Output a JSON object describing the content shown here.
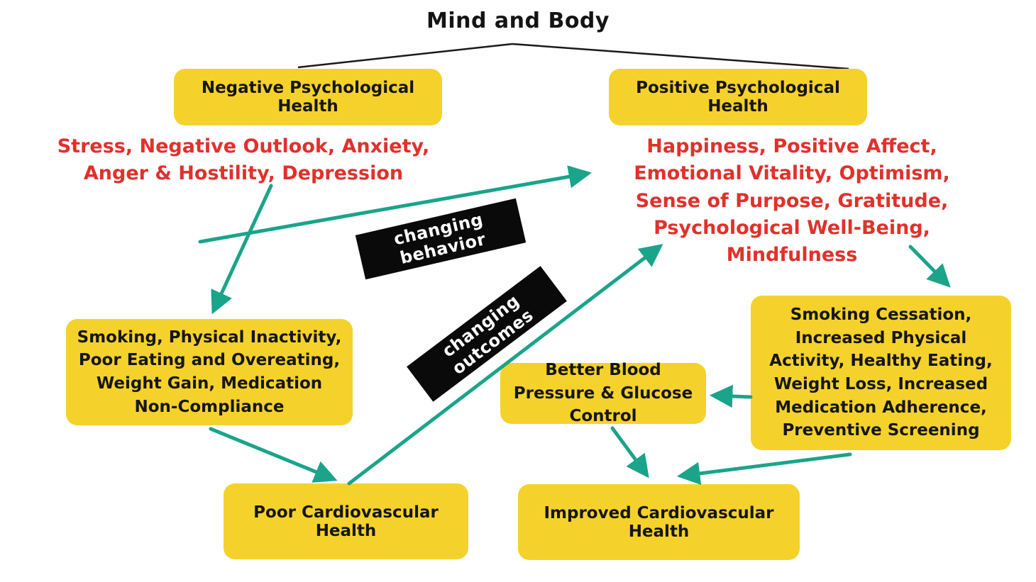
{
  "diagram": {
    "title": "Mind and Body",
    "colors": {
      "node_fill": "#F5D22B",
      "label_box_fill": "#0A0A0A",
      "arrow": "#1AA48A",
      "trait_text": "#E0312B",
      "node_text": "#161616"
    },
    "nodes": {
      "negative": {
        "label": "Negative Psychological Health"
      },
      "positive": {
        "label": "Positive Psychological Health"
      },
      "negative_traits": {
        "label": "Stress, Negative Outlook, Anxiety, Anger & Hostility, Depression"
      },
      "positive_traits": {
        "label": "Happiness, Positive Affect, Emotional Vitality, Optimism, Sense of Purpose, Gratitude, Psychological Well-Being, Mindfulness"
      },
      "risk_behaviors": {
        "label": "Smoking, Physical Inactivity, Poor Eating and Overeating, Weight Gain, Medication Non-Compliance"
      },
      "healthy_behaviors": {
        "label": "Smoking Cessation, Increased Physical Activity, Healthy Eating, Weight Loss, Increased Medication Adherence, Preventive Screening"
      },
      "better_control": {
        "label": "Better Blood Pressure & Glucose Control"
      },
      "poor_cv": {
        "label": "Poor Cardiovascular Health"
      },
      "improved_cv": {
        "label": "Improved Cardiovascular Health"
      },
      "changing_behavior": {
        "label": "changing behavior"
      },
      "changing_outcomes": {
        "label": "changing outcomes"
      }
    },
    "edges": [
      {
        "from": "title",
        "to": "negative",
        "style": "thin-black-line"
      },
      {
        "from": "title",
        "to": "positive",
        "style": "thin-black-line"
      },
      {
        "from": "negative_traits",
        "to": "risk_behaviors",
        "style": "teal-arrow"
      },
      {
        "from": "negative_traits",
        "to": "positive_traits",
        "style": "teal-arrow",
        "via_label": "changing behavior"
      },
      {
        "from": "positive_traits",
        "to": "healthy_behaviors",
        "style": "teal-arrow"
      },
      {
        "from": "healthy_behaviors",
        "to": "better_control",
        "style": "teal-arrow"
      },
      {
        "from": "risk_behaviors",
        "to": "poor_cv",
        "style": "teal-arrow"
      },
      {
        "from": "poor_cv",
        "to": "positive_traits",
        "style": "teal-arrow",
        "via_label": "changing outcomes"
      },
      {
        "from": "better_control",
        "to": "improved_cv",
        "style": "teal-arrow"
      },
      {
        "from": "healthy_behaviors",
        "to": "improved_cv",
        "style": "teal-arrow"
      }
    ]
  }
}
